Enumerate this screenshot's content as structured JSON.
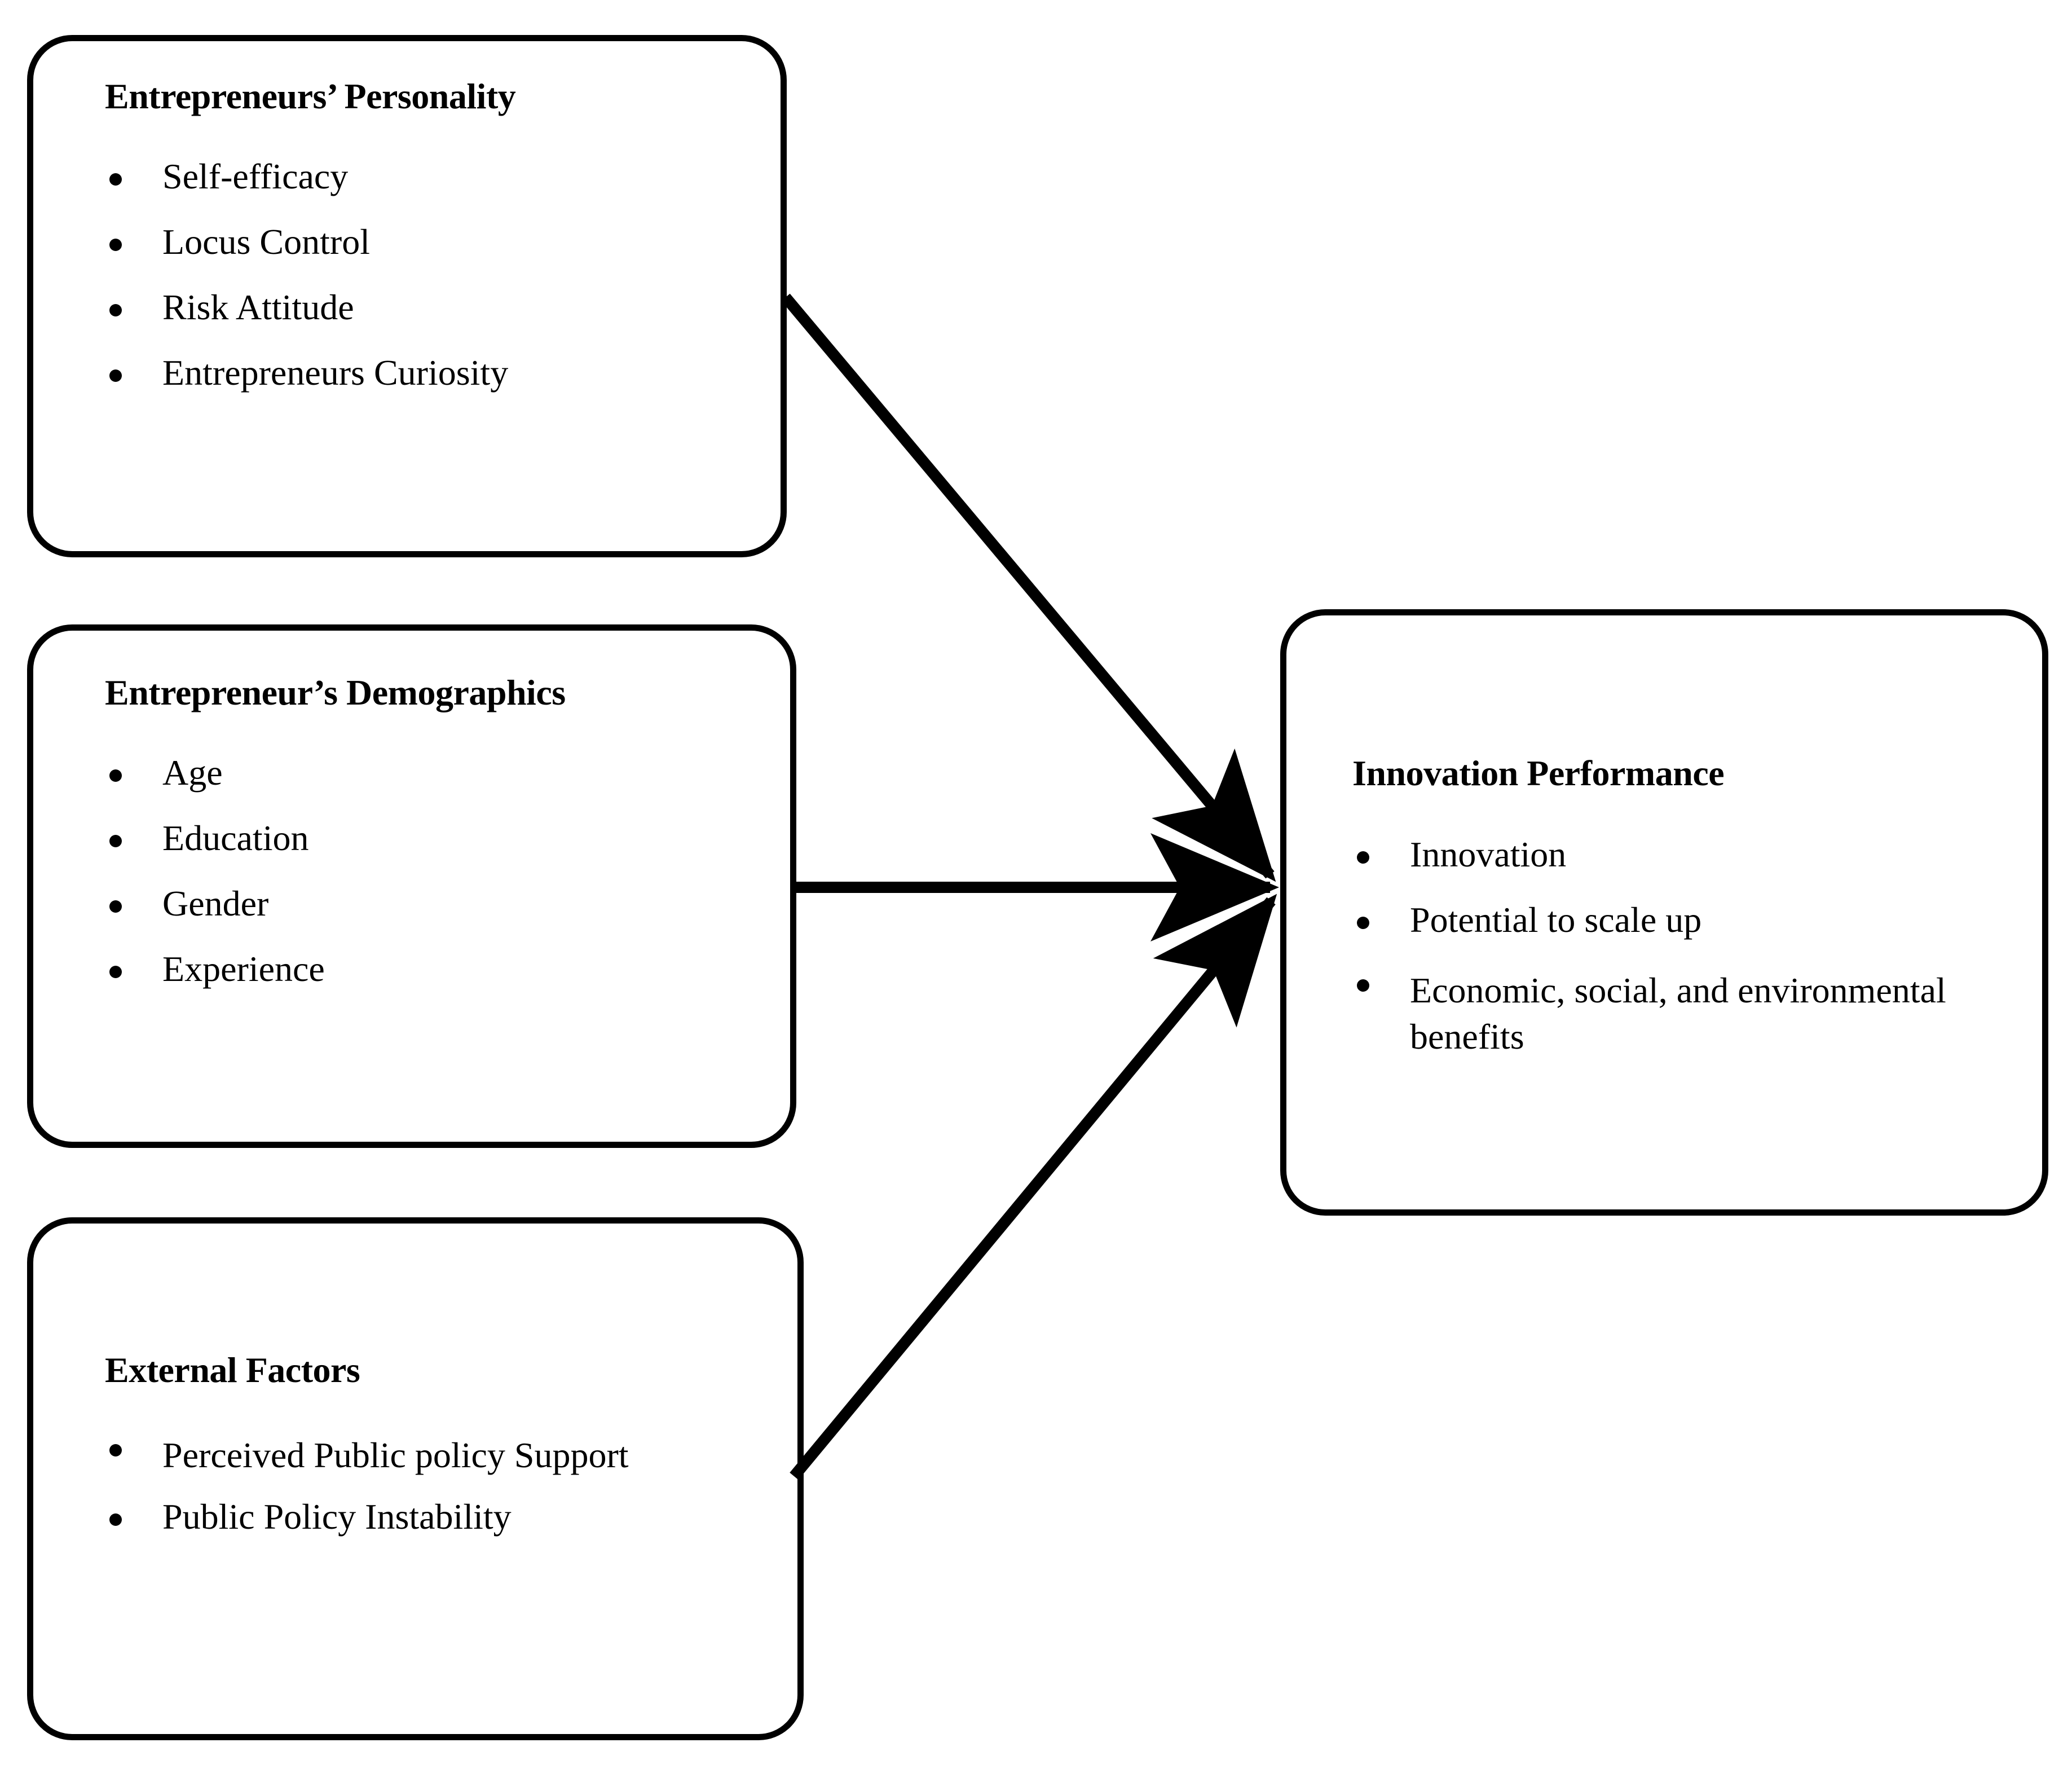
{
  "diagram": {
    "type": "conceptual-framework",
    "background_color": "#ffffff",
    "line_color": "#000000",
    "nodes": [
      {
        "id": "entrepreneurs-personality",
        "title": "Entrepreneurs’ Personality",
        "items": [
          "Self-efficacy",
          "Locus Control",
          "Risk Attitude",
          "Entrepreneurs Curiosity"
        ]
      },
      {
        "id": "entrepreneurs-demographics",
        "title": "Entrepreneur’s Demographics",
        "items": [
          "Age",
          "Education",
          "Gender",
          "Experience"
        ]
      },
      {
        "id": "external-factors",
        "title": "External Factors",
        "items": [
          "Perceived Public policy Support",
          "Public Policy Instability"
        ]
      },
      {
        "id": "innovation-performance",
        "title": "Innovation Performance",
        "items": [
          "Innovation",
          "Potential to scale up",
          "Economic, social, and envi-ronmental benefits"
        ]
      }
    ],
    "edges": [
      {
        "from": "entrepreneurs-personality",
        "to": "innovation-performance",
        "style": "solid-arrow"
      },
      {
        "from": "entrepreneurs-demographics",
        "to": "innovation-performance",
        "style": "solid-arrow"
      },
      {
        "from": "external-factors",
        "to": "innovation-performance",
        "style": "solid-arrow"
      }
    ]
  },
  "boxes": {
    "personality": {
      "title": "Entrepreneurs’ Personality",
      "items": {
        "i0": "Self-efficacy",
        "i1": "Locus Control",
        "i2": "Risk Attitude",
        "i3": "Entrepreneurs Curiosity"
      }
    },
    "demographics": {
      "title": "Entrepreneur’s Demographics",
      "items": {
        "i0": "Age",
        "i1": "Education",
        "i2": "Gender",
        "i3": "Experience"
      }
    },
    "external": {
      "title": "External Factors",
      "items": {
        "i0": "Perceived Public policy Support",
        "i1": "Public Policy Instability"
      }
    },
    "innovation": {
      "title": "Innovation Performance",
      "items": {
        "i0": "Innovation",
        "i1": "Potential to scale up",
        "i2": "Economic, social, and envi­ronmental benefits"
      }
    }
  }
}
